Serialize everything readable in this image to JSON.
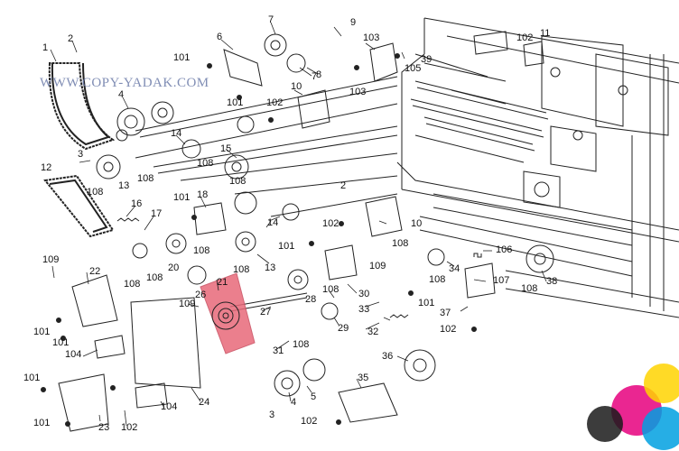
{
  "watermark": "WWW.COPY-YADAK.COM",
  "highlight_color": "#e8697a",
  "callouts": [
    "1",
    "2",
    "3",
    "4",
    "5",
    "6",
    "7",
    "8",
    "9",
    "10",
    "11",
    "12",
    "13",
    "14",
    "15",
    "16",
    "17",
    "18",
    "20",
    "21",
    "22",
    "23",
    "24",
    "26",
    "27",
    "28",
    "29",
    "30",
    "31",
    "32",
    "33",
    "34",
    "35",
    "36",
    "37",
    "38",
    "39",
    "101",
    "102",
    "103",
    "104",
    "105",
    "106",
    "107",
    "108",
    "109"
  ],
  "logo": {
    "colors": [
      "#e6007e",
      "#ffd400",
      "#00a0e0",
      "#1a1a1a"
    ]
  }
}
